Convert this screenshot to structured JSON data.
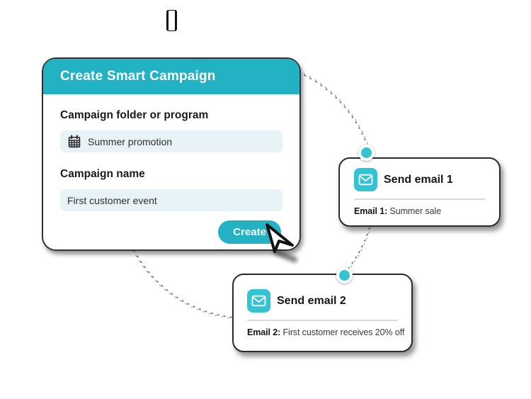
{
  "colors": {
    "accent": "#23b2c4",
    "accent_light": "#33c3d2",
    "field_bg": "#e8f3f7"
  },
  "dialog": {
    "title": "Create Smart Campaign",
    "fields": [
      {
        "icon": "calendar-icon",
        "label": "Campaign folder or program",
        "value": "Summer promotion"
      },
      {
        "icon": "",
        "label": "Campaign name",
        "value": "First customer event"
      }
    ],
    "create_label": "Create"
  },
  "steps": [
    {
      "icon": "envelope-icon",
      "title": "Send email 1",
      "detail_label": "Email 1:",
      "detail_text": "Summer sale"
    },
    {
      "icon": "envelope-icon",
      "title": "Send email 2",
      "detail_label": "Email 2:",
      "detail_text": "First customer receives 20% off"
    }
  ]
}
